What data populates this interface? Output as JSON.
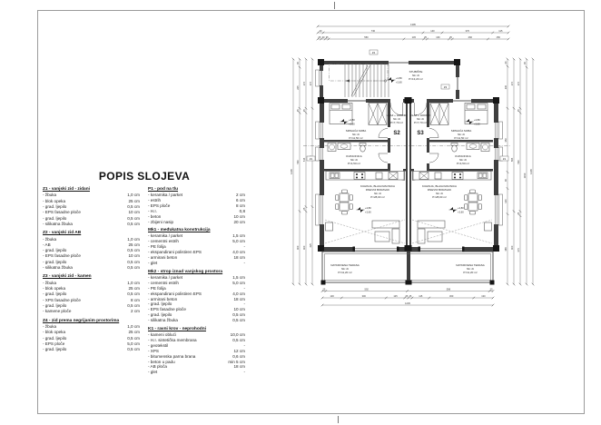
{
  "legend": {
    "title": "POPIS SLOJEVA",
    "left_sections": [
      {
        "header": "Z1 - vanjski zid - zidani",
        "items": [
          [
            "- žbuka",
            "1,0 cm"
          ],
          [
            "- blok opeka",
            "25 cm"
          ],
          [
            "- grad. ljepilo",
            "0,5 cm"
          ],
          [
            "- EPS fasadne ploče",
            "10 cm"
          ],
          [
            "- grad. ljepilo",
            "0,5 cm"
          ],
          [
            "- silikatna žbuka",
            "0,5 cm"
          ]
        ]
      },
      {
        "header": "Z2 - vanjski zid AB",
        "items": [
          [
            "- žbuka",
            "1,0 cm"
          ],
          [
            "- AB",
            "25 cm"
          ],
          [
            "- grad. ljepilo",
            "0,5 cm"
          ],
          [
            "- EPS fasadne ploče",
            "10 cm"
          ],
          [
            "- grad. ljepilo",
            "0,5 cm"
          ],
          [
            "- silikatna žbuka",
            "0,5 cm"
          ]
        ]
      },
      {
        "header": "Z3 - vanjski zid - kamen",
        "items": [
          [
            "- žbuka",
            "1,0 cm"
          ],
          [
            "- blok opeka",
            "25 cm"
          ],
          [
            "- grad. ljepilo",
            "0,5 cm"
          ],
          [
            "- XPS fasadne ploče",
            "8 cm"
          ],
          [
            "- grad. ljepilo",
            "0,5 cm"
          ],
          [
            "- kamene ploče",
            "2 cm"
          ]
        ]
      },
      {
        "header": "Z4 - zid prema negrijanim prostorima",
        "items": [
          [
            "- žbuka",
            "1,0 cm"
          ],
          [
            "- blok opeka",
            "25 cm"
          ],
          [
            "- grad. ljepilo",
            "0,5 cm"
          ],
          [
            "- EPS ploče",
            "5,0 cm"
          ],
          [
            "- grad. ljepilo",
            "0,5 cm"
          ]
        ]
      }
    ],
    "right_sections": [
      {
        "header": "P1 - pod na tlu",
        "items": [
          [
            "- keramika / parket",
            "2 cm"
          ],
          [
            "- estrih",
            "6 cm"
          ],
          [
            "- EPS ploče",
            "8 cm"
          ],
          [
            "- H.I.",
            "0,8"
          ],
          [
            "- beton",
            "10 cm"
          ],
          [
            "- zbijeni nasip",
            "20 cm"
          ]
        ]
      },
      {
        "header": "Mk1 - međukatna konstrukcija",
        "items": [
          [
            "- keramika / parket",
            "1,5 cm"
          ],
          [
            "- cementni estrih",
            "5,0 cm"
          ],
          [
            "- PE folija",
            "-"
          ],
          [
            "- ekspandirani polistiren EPS",
            "4,0 cm"
          ],
          [
            "- armirani beton",
            "18 cm"
          ],
          [
            "- glet",
            "-"
          ]
        ]
      },
      {
        "header": "Mk2 - strop iznad vanjskog prostora",
        "items": [
          [
            "- keramika / parket",
            "1,5 cm"
          ],
          [
            "- cementni estrih",
            "5,0 cm"
          ],
          [
            "- PE folija",
            "-"
          ],
          [
            "- ekspandirani polistiren EPS",
            "4,0 cm"
          ],
          [
            "- armirani beton",
            "18 cm"
          ],
          [
            "- grad. ljepilo",
            "-"
          ],
          [
            "- EPS fasadne ploče",
            "10 cm"
          ],
          [
            "- grad. ljepilo",
            "0,5 cm"
          ],
          [
            "- silikatna žbuka",
            "0,5 cm"
          ]
        ]
      },
      {
        "header": "K1 - ravni krov - neprohodni",
        "items": [
          [
            "- kameni oblući",
            "10,0 cm"
          ],
          [
            "- H.I. sintetička membrana",
            "0,5 cm"
          ],
          [
            "- geotekstil",
            "-"
          ],
          [
            "- XPS",
            "12 cm"
          ],
          [
            "- bitumenska parna brana",
            "0,6 cm"
          ],
          [
            "- beton u padu",
            "min 5 cm"
          ],
          [
            "- AB ploča",
            "18 cm"
          ],
          [
            "- glet",
            "-"
          ]
        ]
      }
    ]
  },
  "plan": {
    "units": {
      "left": "S2",
      "right": "S3"
    },
    "rooms": {
      "stubiste": {
        "lines": [
          "STUBIŠTE",
          "Nk: 2t",
          "P=13,20 m²"
        ]
      },
      "ulaz": {
        "lines": [
          "ULAZ + HODNIK",
          "Nk: 2t",
          "P=7,70 m²"
        ]
      },
      "spavaca": {
        "lines": [
          "SPAVAĆA SOBA",
          "Nk: 2t",
          "P=11,50 m²"
        ]
      },
      "kupaonica": {
        "lines": [
          "KUPAONICA",
          "Nk: 2t",
          "P=4,50 m²"
        ]
      },
      "dnevni": {
        "lines": [
          "KUHINJA, BLAGOVAONICA",
          "DNEVNI BORAVAK",
          "Nk: 2t",
          "P=28,00 m²"
        ]
      },
      "terasa": {
        "lines": [
          "NATKRIVENA TERASA",
          "Nk: 2t",
          "P=11,20 m²"
        ]
      }
    },
    "levels": {
      "upper": "+2,80",
      "lower": "+2,60"
    },
    "wall_tags": [
      "Z2",
      "Z1",
      "Z1",
      "Z3"
    ],
    "dims": {
      "top": [
        [
          "1395"
        ],
        [
          "40",
          "730",
          "140",
          "370",
          "115"
        ],
        [
          "25",
          "30",
          "25",
          "550",
          "145",
          "25",
          "160",
          "25",
          "260",
          "150"
        ]
      ],
      "bottom": [
        [
          "25",
          "592",
          "598",
          "25"
        ],
        [
          "130",
          "300",
          "125",
          "25",
          "25",
          "115",
          "300",
          "130"
        ],
        [
          "1245"
        ]
      ],
      "left": [
        [
          "1235"
        ],
        [
          "45",
          "225",
          "25",
          "540",
          "400"
        ],
        [
          "270",
          "25",
          "515",
          "25",
          "400"
        ],
        [
          "270",
          "540",
          "425"
        ]
      ],
      "right": [
        [
          "40",
          "230",
          "350",
          "90",
          "140",
          "385"
        ],
        [
          "270",
          "565",
          "400"
        ],
        [
          "270",
          "25",
          "540",
          "25",
          "375"
        ],
        [
          "45",
          "1190"
        ],
        [
          "1235"
        ]
      ]
    }
  }
}
